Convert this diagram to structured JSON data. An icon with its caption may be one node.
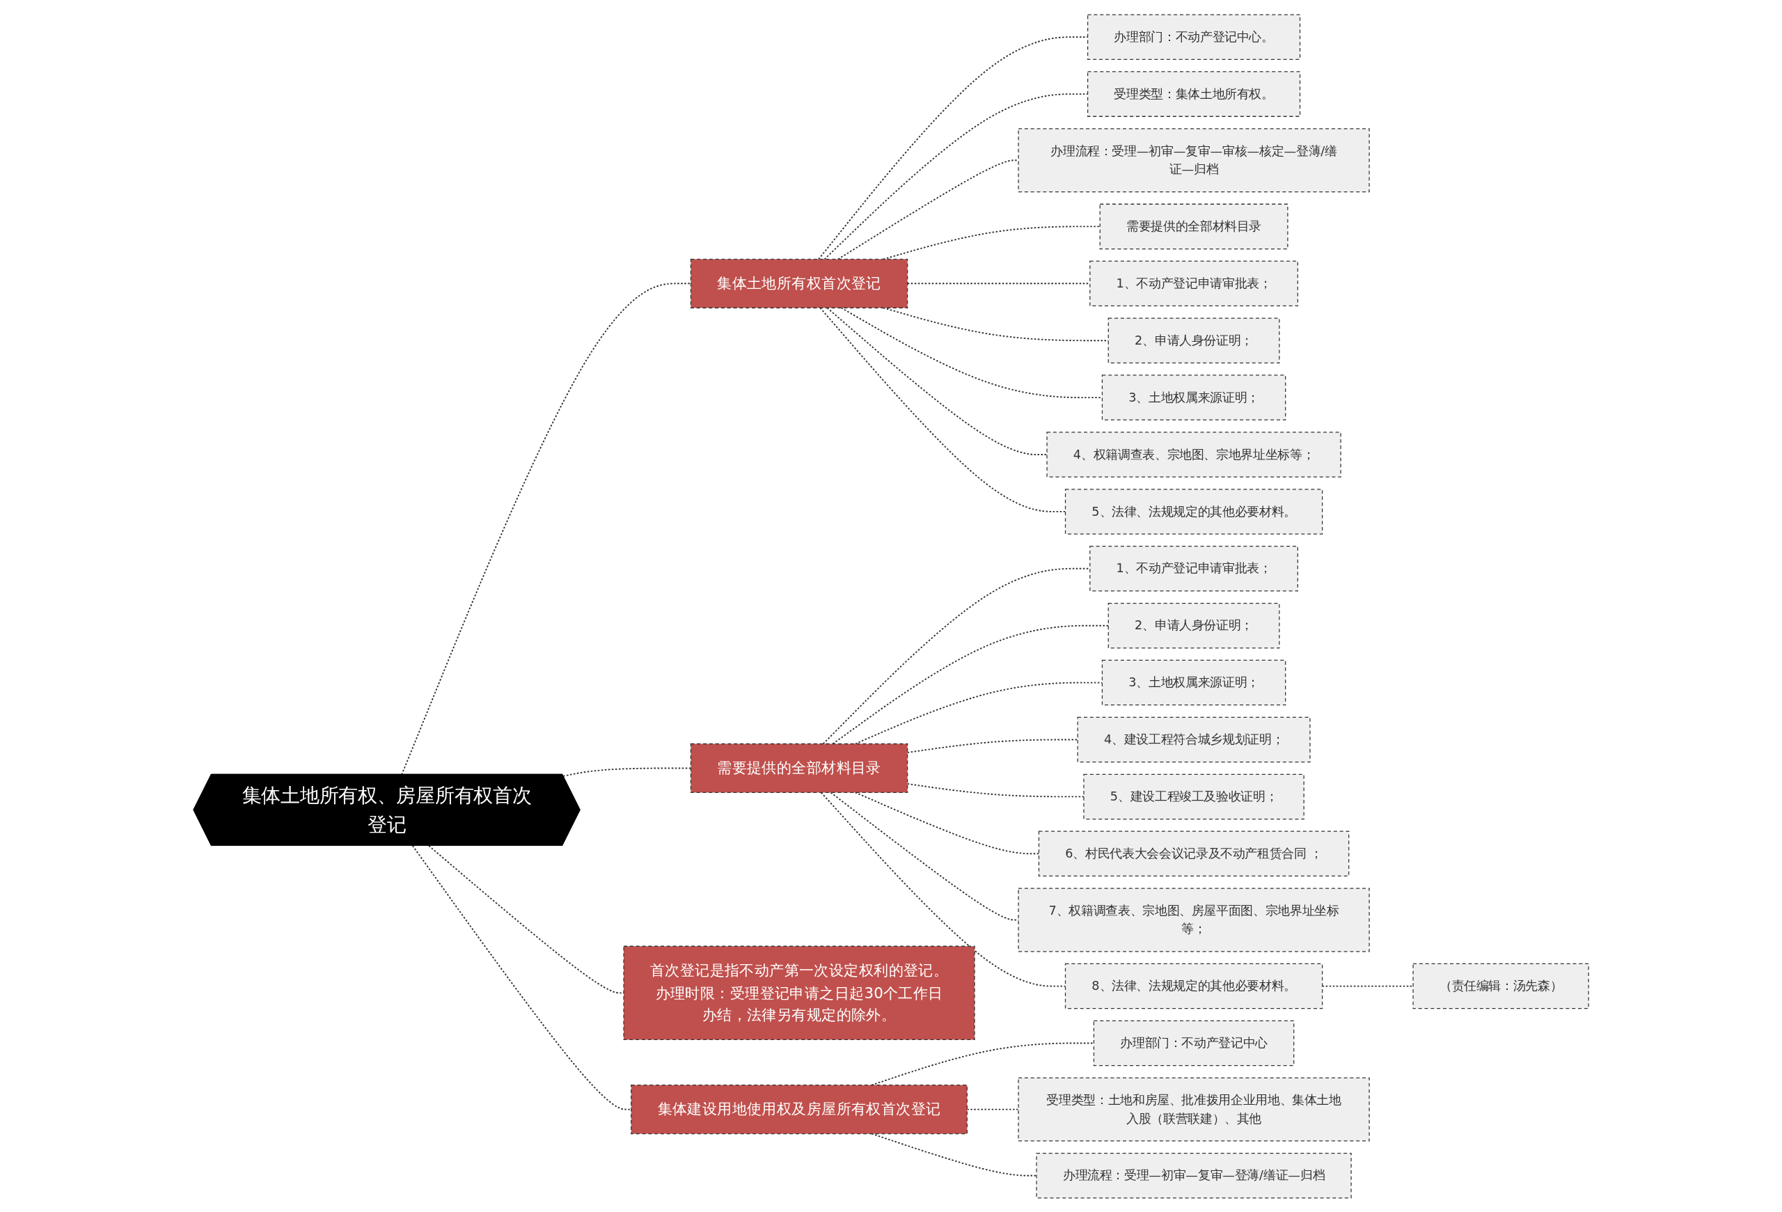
{
  "diagram": {
    "nodes": [
      {
        "text": [
          "集体土地所有权、房屋所有权首次登记"
        ]
      },
      {
        "text": [
          "集体土地所有权首次登记"
        ]
      },
      {
        "text": [
          "办理部门：不动产登记中心。"
        ]
      },
      {
        "text": [
          "受理类型：集体土地所有权。"
        ]
      },
      {
        "text": [
          "办理流程：受理—初审—复审—审核—核定—登薄/缮证—归档"
        ]
      },
      {
        "text": [
          "需要提供的全部材料目录"
        ]
      },
      {
        "text": [
          "1、不动产登记申请审批表；"
        ]
      },
      {
        "text": [
          "2、申请人身份证明；"
        ]
      },
      {
        "text": [
          "3、土地权属来源证明；"
        ]
      },
      {
        "text": [
          "4、权籍调查表、宗地图、宗地界址坐标等；"
        ]
      },
      {
        "text": [
          "5、法律、法规规定的其他必要材料。"
        ]
      },
      {
        "text": [
          "需要提供的全部材料目录"
        ]
      },
      {
        "text": [
          "1、不动产登记申请审批表；"
        ]
      },
      {
        "text": [
          "2、申请人身份证明；"
        ]
      },
      {
        "text": [
          "3、土地权属来源证明；"
        ]
      },
      {
        "text": [
          "4、建设工程符合城乡规划证明；"
        ]
      },
      {
        "text": [
          "5、建设工程竣工及验收证明；"
        ]
      },
      {
        "text": [
          "6、村民代表大会会议记录及不动产租赁合同 ；"
        ]
      },
      {
        "text": [
          "7、权籍调查表、宗地图、房屋平面图、宗地界址坐标等；"
        ]
      },
      {
        "text": [
          "8、法律、法规规定的其他必要材料。"
        ]
      },
      {
        "text": [
          "（责任编辑：汤先森）"
        ]
      },
      {
        "text": [
          "首次登记是指不动产第一次设定权利的登记。办理时限：受理登记申请之日起30个工作日办结，法律另有规定的除外。"
        ]
      },
      {
        "text": [
          "集体建设用地使用权及房屋所有权首次登记"
        ]
      },
      {
        "text": [
          "办理部门：不动产登记中心"
        ]
      },
      {
        "text": [
          "受理类型：土地和房屋、批准拨用企业用地、集体土地入股（联营联建）、其他"
        ]
      },
      {
        "text": [
          "办理流程：受理—初审—复审—登薄/缮证—归档"
        ]
      }
    ],
    "edges": [
      {
        "from": 0,
        "to": 1,
        "arrow": "none",
        "style": "dashed"
      },
      {
        "from": 1,
        "to": 2,
        "arrow": "none",
        "style": "dashed"
      },
      {
        "from": 1,
        "to": 3,
        "arrow": "none",
        "style": "dashed"
      },
      {
        "from": 1,
        "to": 4,
        "arrow": "none",
        "style": "dashed"
      },
      {
        "from": 1,
        "to": 5,
        "arrow": "none",
        "style": "dashed"
      },
      {
        "from": 1,
        "to": 6,
        "arrow": "none",
        "style": "dashed"
      },
      {
        "from": 1,
        "to": 7,
        "arrow": "none",
        "style": "dashed"
      },
      {
        "from": 1,
        "to": 8,
        "arrow": "none",
        "style": "dashed"
      },
      {
        "from": 1,
        "to": 9,
        "arrow": "none",
        "style": "dashed"
      },
      {
        "from": 1,
        "to": 10,
        "arrow": "none",
        "style": "dashed"
      },
      {
        "from": 0,
        "to": 11,
        "arrow": "none",
        "style": "dashed"
      },
      {
        "from": 11,
        "to": 12,
        "arrow": "none",
        "style": "dashed"
      },
      {
        "from": 11,
        "to": 13,
        "arrow": "none",
        "style": "dashed"
      },
      {
        "from": 11,
        "to": 14,
        "arrow": "none",
        "style": "dashed"
      },
      {
        "from": 11,
        "to": 15,
        "arrow": "none",
        "style": "dashed"
      },
      {
        "from": 11,
        "to": 16,
        "arrow": "none",
        "style": "dashed"
      },
      {
        "from": 11,
        "to": 17,
        "arrow": "none",
        "style": "dashed"
      },
      {
        "from": 11,
        "to": 18,
        "arrow": "none",
        "style": "dashed"
      },
      {
        "from": 11,
        "to": 19,
        "arrow": "none",
        "style": "dashed"
      },
      {
        "from": 19,
        "to": 20,
        "arrow": "none",
        "style": "dashed"
      },
      {
        "from": 0,
        "to": 21,
        "arrow": "none",
        "style": "dashed"
      },
      {
        "from": 0,
        "to": 22,
        "arrow": "none",
        "style": "dashed"
      },
      {
        "from": 22,
        "to": 23,
        "arrow": "none",
        "style": "dashed"
      },
      {
        "from": 22,
        "to": 24,
        "arrow": "none",
        "style": "dashed"
      },
      {
        "from": 22,
        "to": 25,
        "arrow": "none",
        "style": "dashed"
      }
    ]
  }
}
